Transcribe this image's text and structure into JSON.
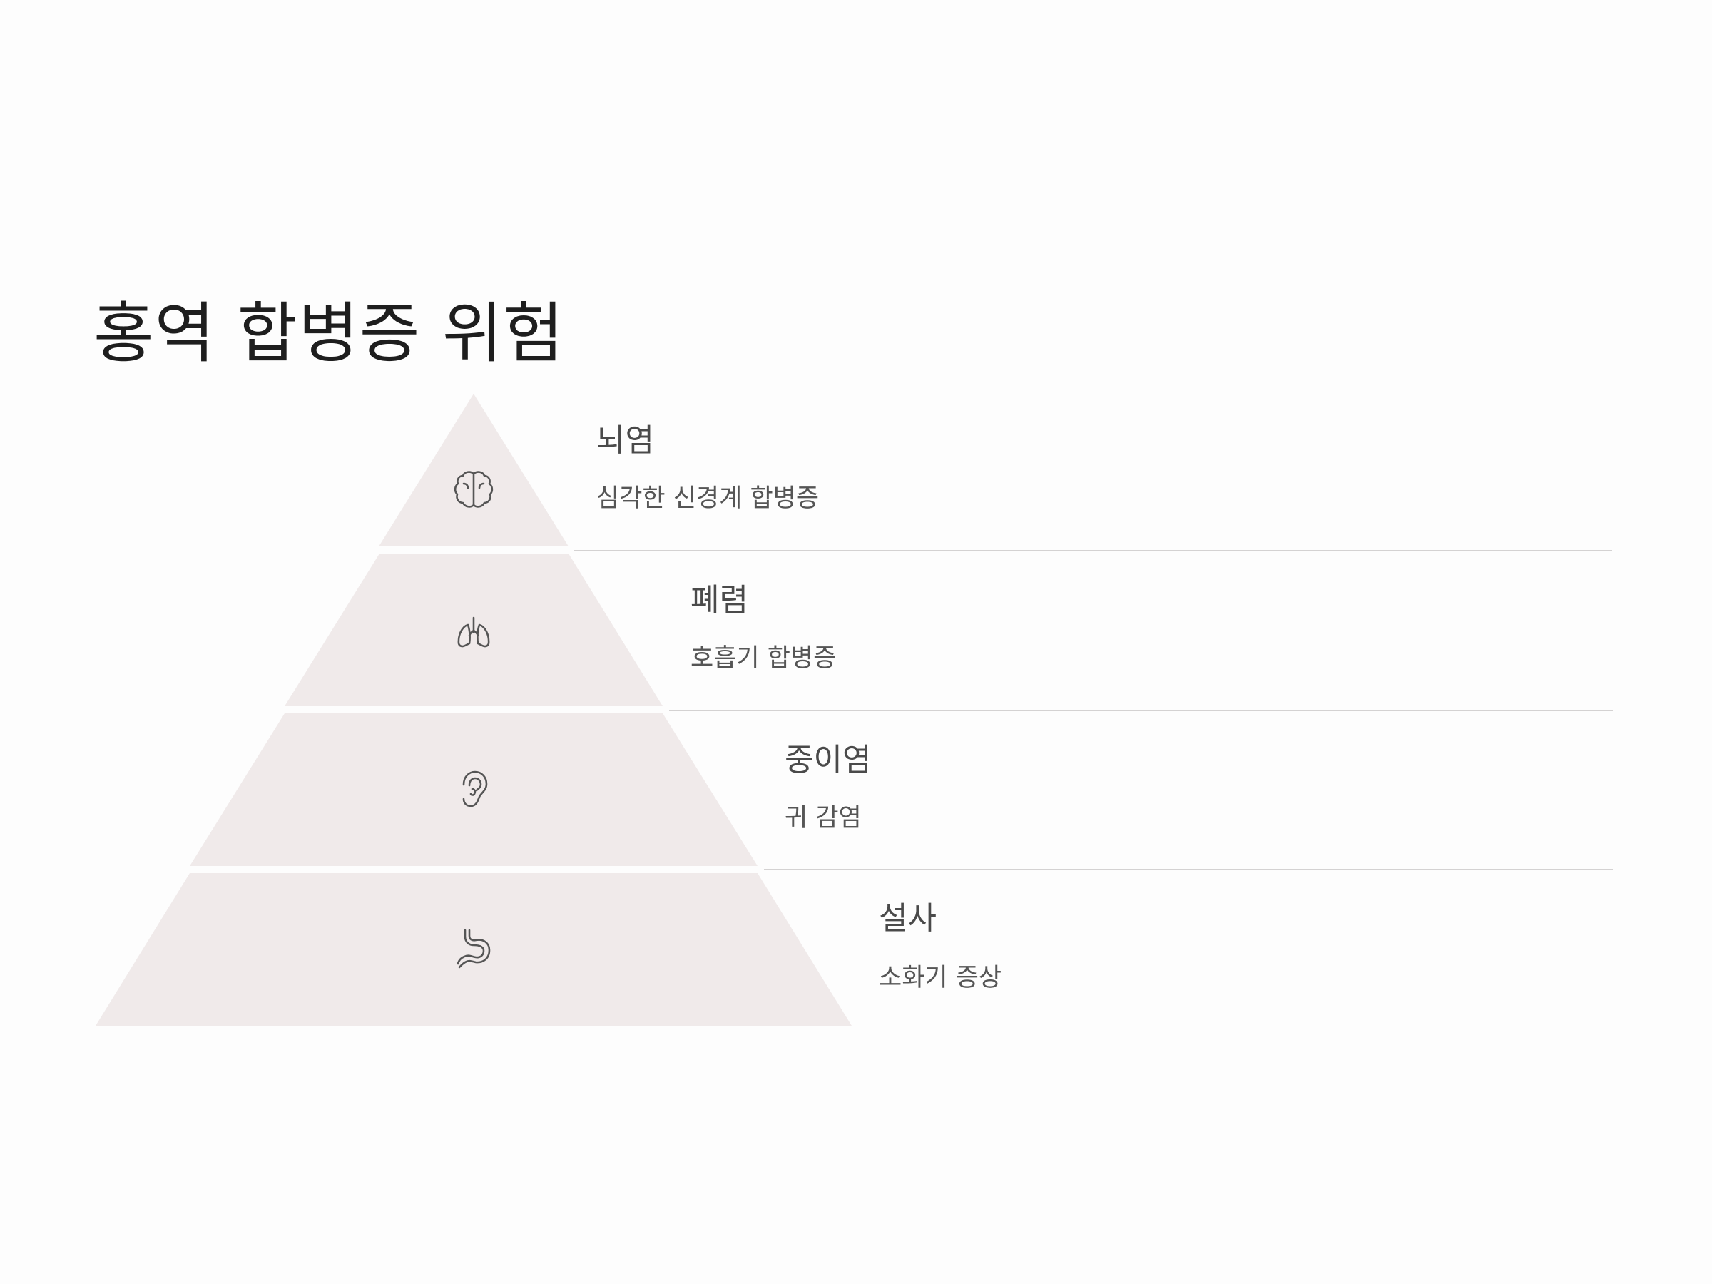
{
  "title": "홍역 합병증 위험",
  "colors": {
    "tier_fill": "#f0eaea",
    "icon_stroke": "#555555",
    "divider": "#d4d2d2"
  },
  "tiers": [
    {
      "title": "뇌염",
      "description": "심각한 신경계 합병증",
      "icon": "brain-icon"
    },
    {
      "title": "폐렴",
      "description": "호흡기 합병증",
      "icon": "lungs-icon"
    },
    {
      "title": "중이염",
      "description": "귀 감염",
      "icon": "ear-icon"
    },
    {
      "title": "설사",
      "description": "소화기 증상",
      "icon": "stomach-icon"
    }
  ]
}
